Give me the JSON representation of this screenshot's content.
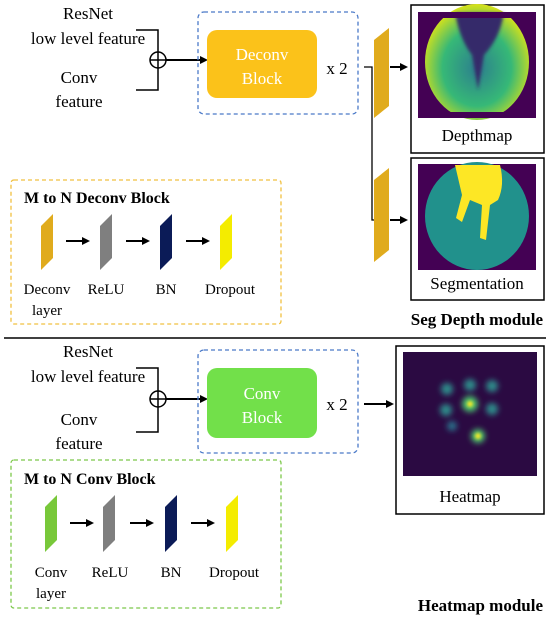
{
  "seg_section": {
    "input_1": [
      "ResNet",
      "low level feature"
    ],
    "input_2": [
      "Conv",
      "feature"
    ],
    "block_label": [
      "Deconv",
      "Block"
    ],
    "repeat": "x 2",
    "outputs": {
      "depth": "Depthmap",
      "segmentation": "Segmentation"
    },
    "module_title": "Seg Depth module",
    "legend": {
      "title": "M to N Deconv Block",
      "layers": [
        {
          "lines": [
            "Deconv",
            "layer"
          ],
          "color": "#e0ab1d"
        },
        {
          "lines": [
            "ReLU"
          ],
          "color": "#7f7f7f"
        },
        {
          "lines": [
            "BN"
          ],
          "color": "#0b1b57"
        },
        {
          "lines": [
            "Dropout"
          ],
          "color": "#f4ec00"
        }
      ]
    }
  },
  "heat_section": {
    "input_1": [
      "ResNet",
      "low level feature"
    ],
    "input_2": [
      "Conv",
      "feature"
    ],
    "block_label": [
      "Conv",
      "Block"
    ],
    "repeat": "x 2",
    "output": "Heatmap",
    "module_title": "Heatmap module",
    "legend": {
      "title": "M to N Conv Block",
      "layers": [
        {
          "lines": [
            "Conv",
            "layer"
          ],
          "color": "#78c83a"
        },
        {
          "lines": [
            "ReLU"
          ],
          "color": "#7f7f7f"
        },
        {
          "lines": [
            "BN"
          ],
          "color": "#0b1b57"
        },
        {
          "lines": [
            "Dropout"
          ],
          "color": "#f4ec00"
        }
      ]
    }
  },
  "colors": {
    "deconv_block": "#fbc21a",
    "conv_block": "#72e04a",
    "feature_slab": "#e0ab1d",
    "dashed_blue": "#4a79c8",
    "dashed_yellow": "#f0c040",
    "dashed_green": "#7cc84a"
  }
}
